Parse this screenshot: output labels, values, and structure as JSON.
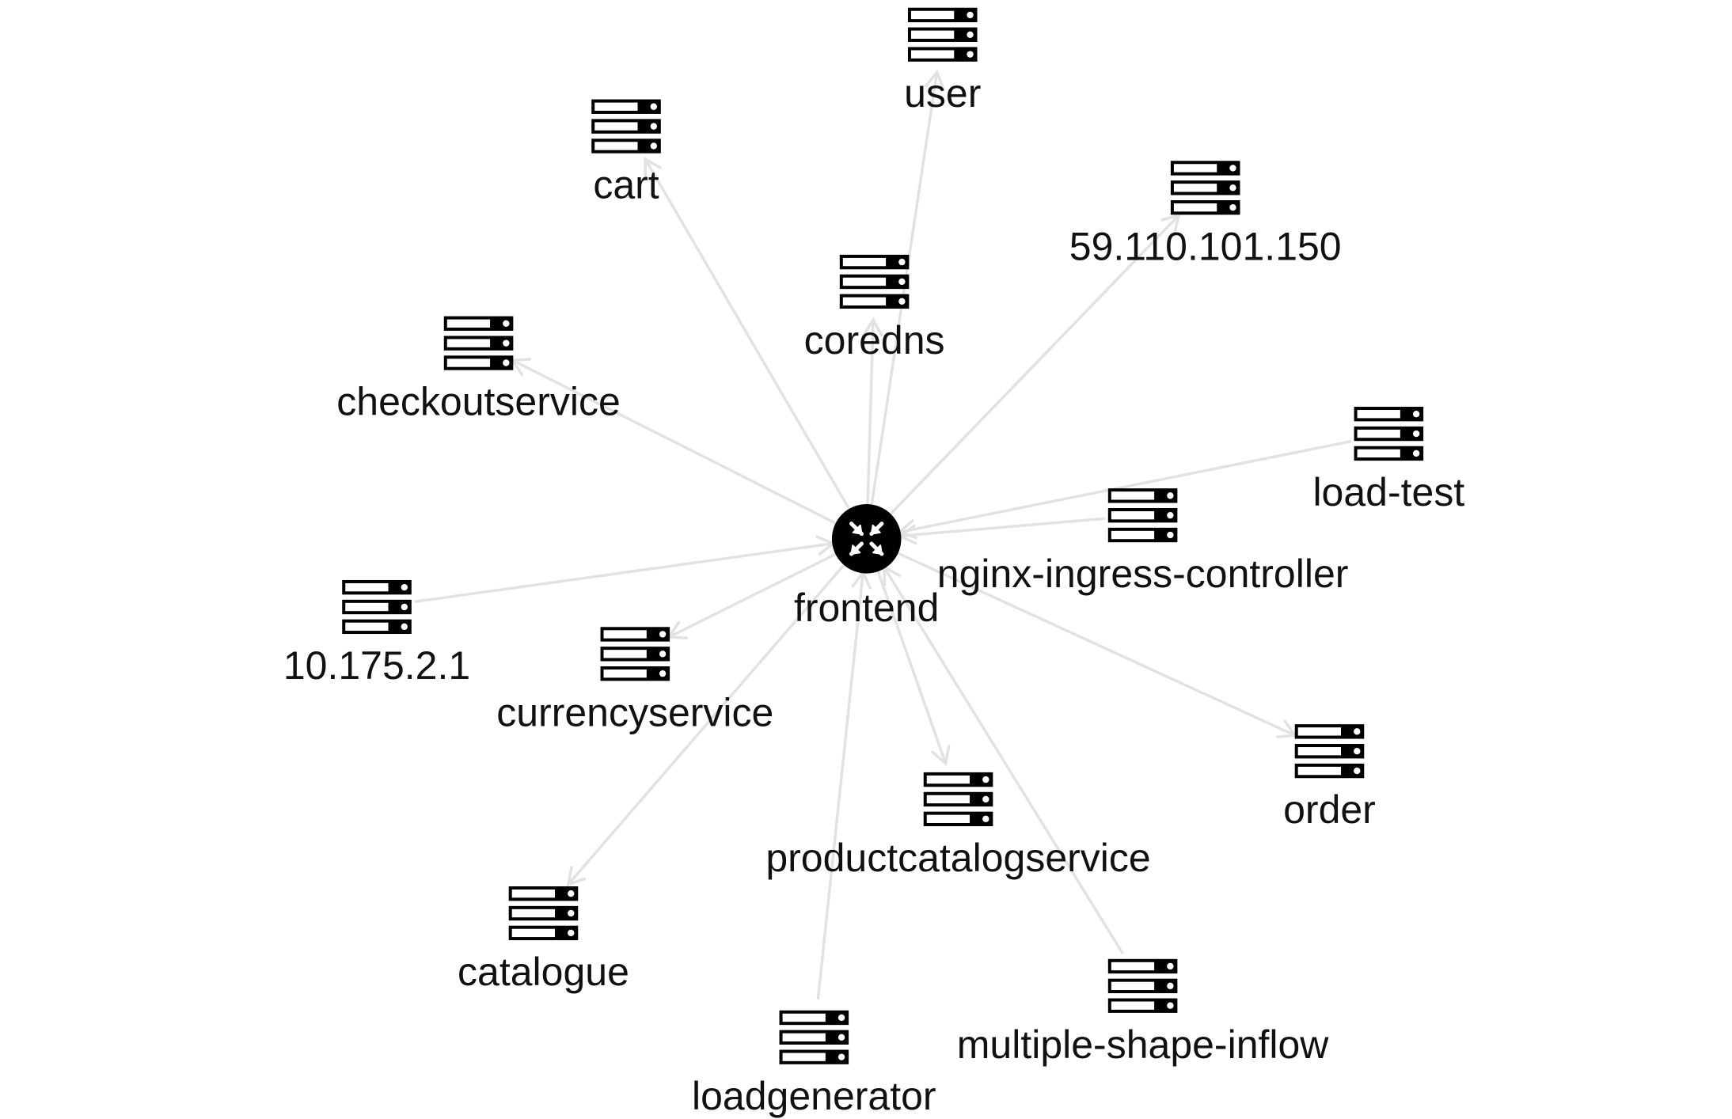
{
  "graph": {
    "center": {
      "id": "frontend",
      "label": "frontend",
      "icon": "router-icon"
    },
    "nodes": [
      {
        "id": "user",
        "label": "user",
        "icon": "server-icon"
      },
      {
        "id": "cart",
        "label": "cart",
        "icon": "server-icon"
      },
      {
        "id": "ip-59",
        "label": "59.110.101.150",
        "icon": "server-icon"
      },
      {
        "id": "coredns",
        "label": "coredns",
        "icon": "server-icon"
      },
      {
        "id": "checkoutservice",
        "label": "checkoutservice",
        "icon": "server-icon"
      },
      {
        "id": "load-test",
        "label": "load-test",
        "icon": "server-icon"
      },
      {
        "id": "nginx",
        "label": "nginx-ingress-controller",
        "icon": "server-icon"
      },
      {
        "id": "ip-10",
        "label": "10.175.2.1",
        "icon": "server-icon"
      },
      {
        "id": "currencyservice",
        "label": "currencyservice",
        "icon": "server-icon"
      },
      {
        "id": "order",
        "label": "order",
        "icon": "server-icon"
      },
      {
        "id": "productcatalogservice",
        "label": "productcatalogservice",
        "icon": "server-icon"
      },
      {
        "id": "catalogue",
        "label": "catalogue",
        "icon": "server-icon"
      },
      {
        "id": "multiple-shape-inflow",
        "label": "multiple-shape-inflow",
        "icon": "server-icon"
      },
      {
        "id": "loadgenerator",
        "label": "loadgenerator",
        "icon": "server-icon"
      }
    ],
    "edges": [
      {
        "from": "frontend",
        "to": "user"
      },
      {
        "from": "frontend",
        "to": "cart"
      },
      {
        "from": "frontend",
        "to": "ip-59"
      },
      {
        "from": "frontend",
        "to": "coredns"
      },
      {
        "from": "frontend",
        "to": "checkoutservice"
      },
      {
        "from": "load-test",
        "to": "frontend"
      },
      {
        "from": "nginx",
        "to": "frontend"
      },
      {
        "from": "ip-10",
        "to": "frontend"
      },
      {
        "from": "frontend",
        "to": "currencyservice"
      },
      {
        "from": "frontend",
        "to": "order"
      },
      {
        "from": "frontend",
        "to": "productcatalogservice"
      },
      {
        "from": "frontend",
        "to": "catalogue"
      },
      {
        "from": "multiple-shape-inflow",
        "to": "frontend"
      },
      {
        "from": "loadgenerator",
        "to": "frontend"
      }
    ],
    "colors": {
      "edge": "#e2e2e2",
      "icon": "#000000",
      "label": "#111111",
      "background": "#ffffff"
    }
  }
}
